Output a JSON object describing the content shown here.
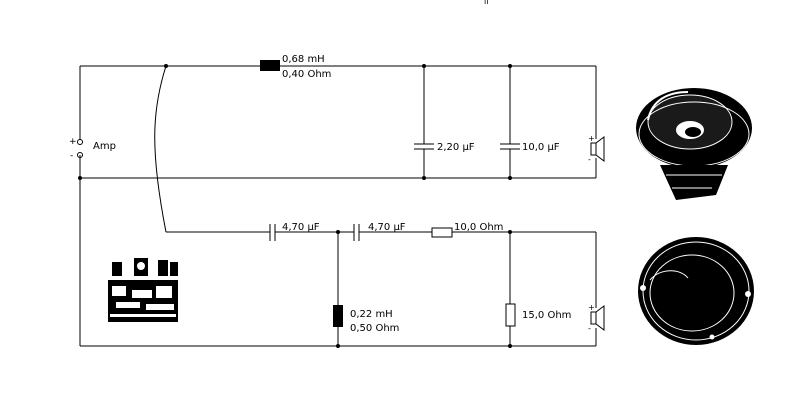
{
  "amp": {
    "label": "Amp",
    "plus": "+",
    "minus": "-"
  },
  "woofer_branch": {
    "inductor_label_1": "0,68 mH",
    "inductor_label_2": "0,40 Ohm",
    "cap1_label": "2,20 µF",
    "cap2_label": "10,0 µF",
    "speaker_plus": "+",
    "speaker_minus": "-"
  },
  "tweeter_branch": {
    "cap1_label": "4,70 µF",
    "cap2_label": "4,70 µF",
    "resistor_series_label": "10,0 Ohm",
    "inductor_label_1": "0,22 mH",
    "inductor_label_2": "0,50 Ohm",
    "resistor_shunt_label": "15,0 Ohm",
    "speaker_plus": "+",
    "speaker_minus": "-"
  },
  "top_mark": "lı"
}
